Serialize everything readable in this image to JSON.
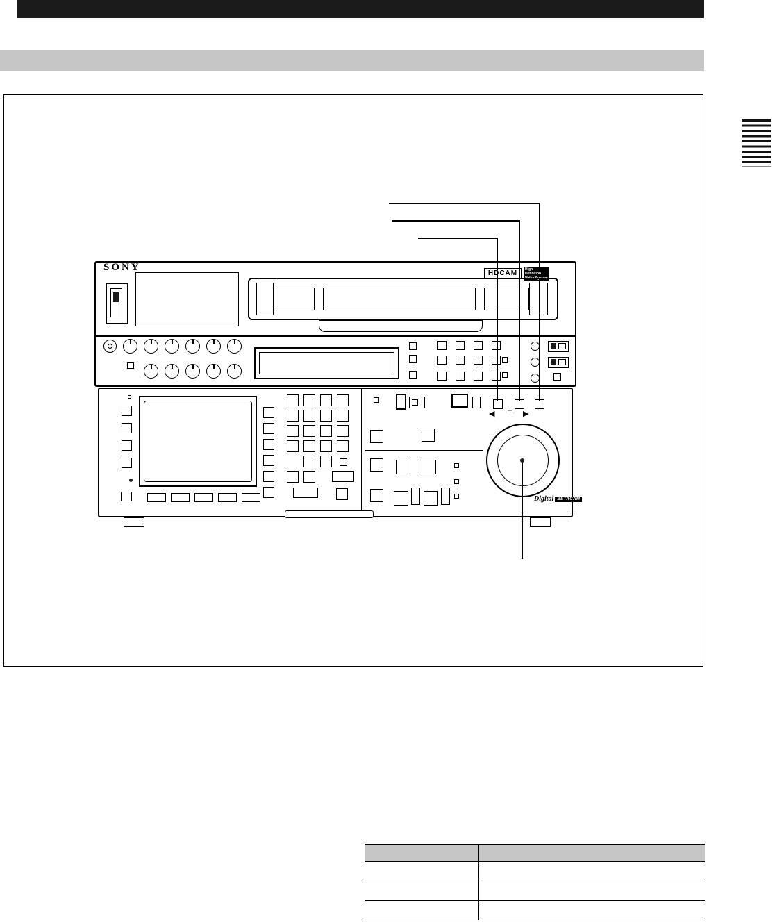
{
  "bars": {
    "top_bar_color": "#1b1b1b",
    "section_bar_color": "#c6c6c6",
    "table_header_color": "#c6c6c6",
    "line_color": "#000000"
  },
  "device": {
    "brand": "SONY",
    "hdcam_logo": "HDCAM",
    "hdcam_sub": "High Definition Video System",
    "digital_script": "Digital",
    "betacam_box": "BETACAM",
    "transport_icons": {
      "reverse": "◀",
      "stop": "□",
      "forward": "▶"
    }
  },
  "table": {
    "columns": [
      "",
      ""
    ],
    "rows": [
      [
        "",
        ""
      ],
      [
        "",
        ""
      ],
      [
        "",
        ""
      ]
    ]
  }
}
